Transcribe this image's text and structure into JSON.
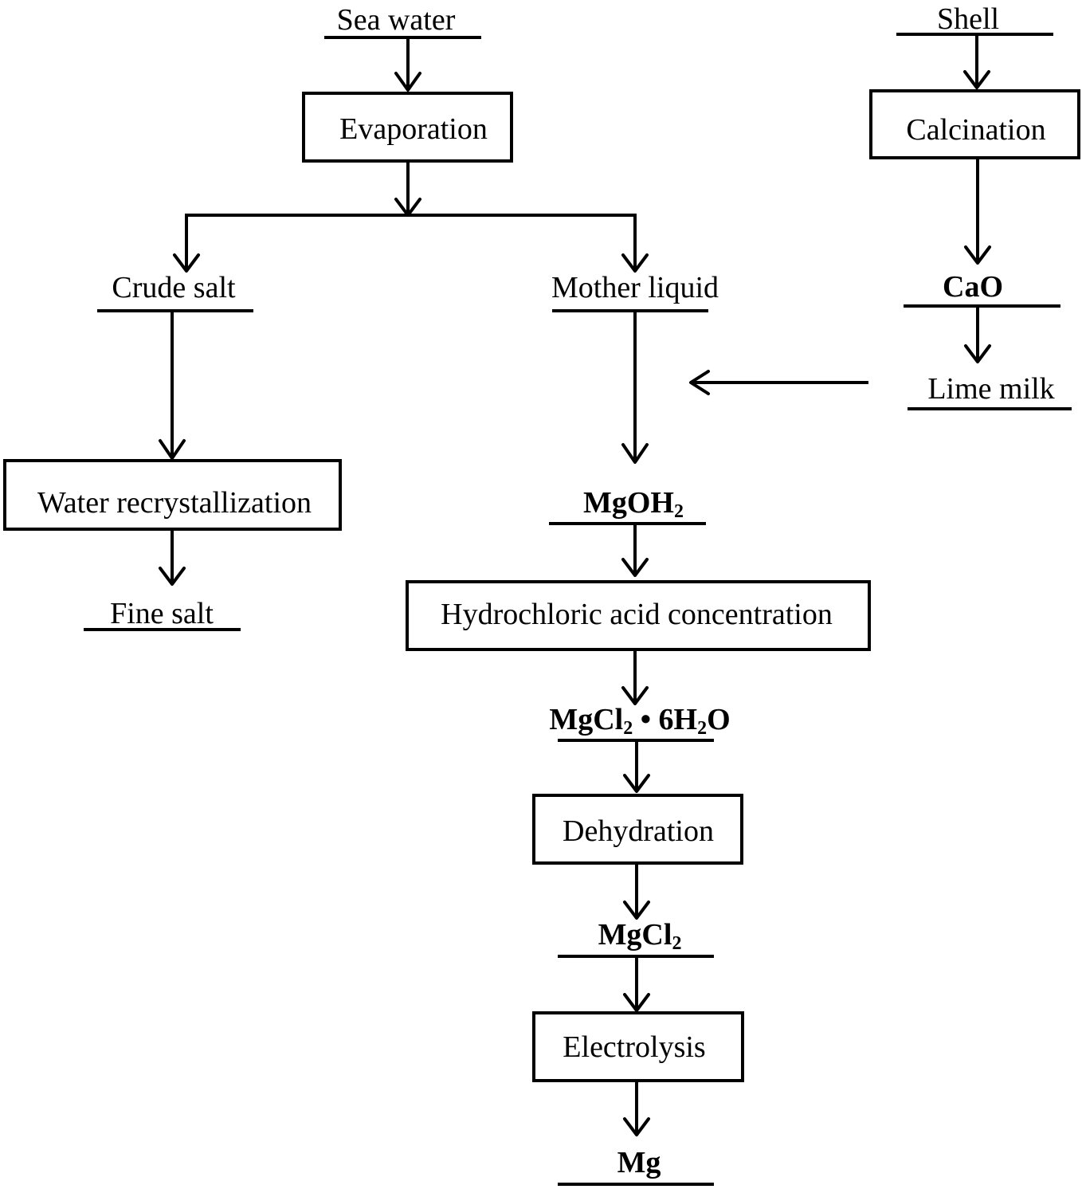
{
  "nodes": {
    "sea_water": "Sea water",
    "shell": "Shell",
    "evaporation": "Evaporation",
    "calcination": "Calcination",
    "crude_salt": "Crude salt",
    "mother_liquid": "Mother liquid",
    "cao": "CaO",
    "lime_milk": "Lime milk",
    "water_recrystallization": "Water recrystallization",
    "mgoh2": "MgOH",
    "mgoh2_sub": "2",
    "fine_salt": "Fine salt",
    "hcl_concentration": "Hydrochloric acid concentration",
    "hydrate": {
      "a": "MgCl",
      "a_sub": "2",
      "b": " • 6H",
      "b_sub": "2",
      "c": "O"
    },
    "dehydration": "Dehydration",
    "mgcl2": "MgCl",
    "mgcl2_sub": "2",
    "electrolysis": "Electrolysis",
    "mg": "Mg"
  }
}
